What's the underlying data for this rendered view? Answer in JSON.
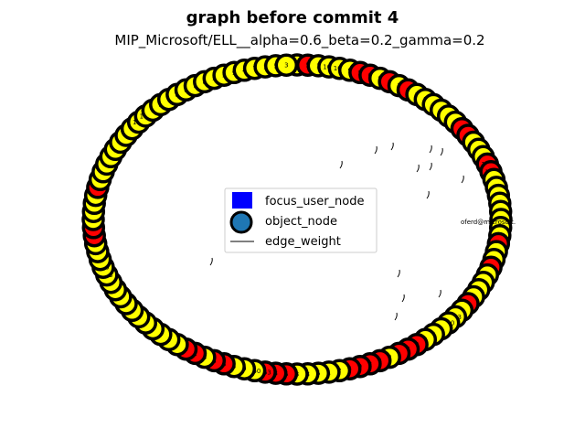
{
  "figure": {
    "title": "graph before commit 4",
    "subtitle": "MIP_Microsoft/ELL__alpha=0.6_beta=0.2_gamma=0.2"
  },
  "legend": {
    "items": [
      {
        "label": "focus_user_node",
        "marker": "blue-square"
      },
      {
        "label": "object_node",
        "marker": "blue-circle"
      },
      {
        "label": "edge_weight",
        "marker": "line"
      }
    ]
  },
  "annotations": {
    "focus_user_label": "oferd@microsoft.",
    "highlight_node_label": "163"
  },
  "colors": {
    "yellow_node": "#ffff00",
    "red_node": "#ff0000",
    "node_border": "#000000",
    "focus_user": "#0000ff",
    "object_node_legend": "#1f77b4"
  },
  "chart_data": {
    "type": "network",
    "layout": "ellipse",
    "node_count": 120,
    "red_node_indices": [
      1,
      6,
      7,
      9,
      11,
      18,
      19,
      23,
      24,
      33,
      36,
      41,
      48,
      49,
      50,
      52,
      53,
      54,
      55,
      61,
      62,
      63,
      67,
      68,
      70,
      71,
      88,
      89,
      94
    ],
    "node_labels_partial": [
      "8",
      "5",
      "3",
      "163",
      "160",
      "9",
      "5",
      "6",
      "8",
      "6",
      "1",
      "8",
      "5",
      "3",
      "9",
      "4",
      "7",
      "1",
      "5",
      "3"
    ]
  }
}
